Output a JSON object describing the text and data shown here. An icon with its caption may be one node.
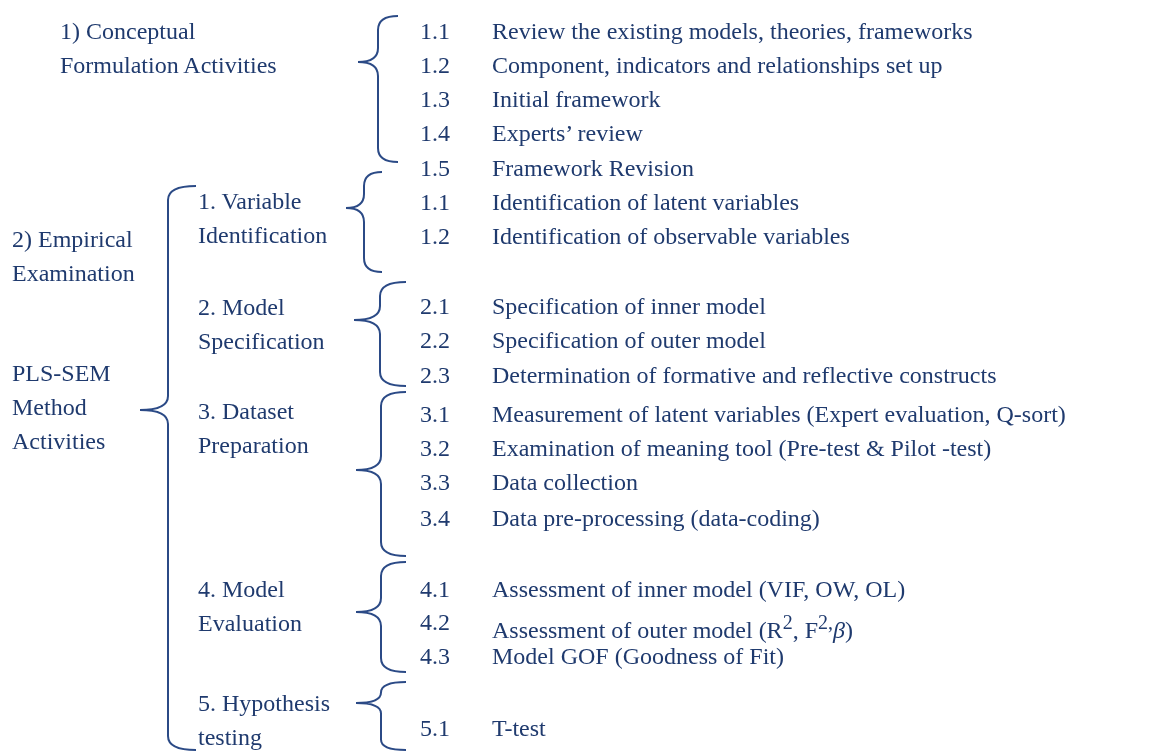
{
  "diagram": {
    "labels": [
      "1) Conceptual Formulation Activities",
      "1.1",
      "Review the existing models, theories, frameworks",
      "1.2",
      "Component, indicators and relationships set up",
      "1.3",
      "Initial framework",
      "1.4",
      "Experts’ review",
      "1.5",
      "Framework Revision",
      "1. Variable Identification",
      "1.1",
      "Identification of latent variables",
      "2) Empirical Examination",
      "1.2",
      "Identification of observable variables",
      "2. Model Specification",
      "2.1",
      "Specification of inner model",
      "2.2",
      "Specification of outer model",
      "PLS-SEM Method Activities",
      "2.3",
      "Determination of formative and reflective constructs",
      "3. Dataset Preparation",
      "3.1",
      "Measurement of latent variables (Expert evaluation, Q-sort)",
      "3.2",
      "Examination of meaning tool (Pre-test & Pilot -test)",
      "3.3",
      "Data collection",
      "3.4",
      "Data pre-processing (data-coding)",
      "4. Model Evaluation",
      "4.1",
      "Assessment of inner model (VIF, OW, OL)",
      "4.2",
      "Assessment of outer model (R$^{2}$, F$^{2,}$*β*)",
      "4.3",
      "Model GOF (Goodness of Fit)",
      "5. Hypothesis testing",
      "5.1",
      "T-test"
    ]
  }
}
